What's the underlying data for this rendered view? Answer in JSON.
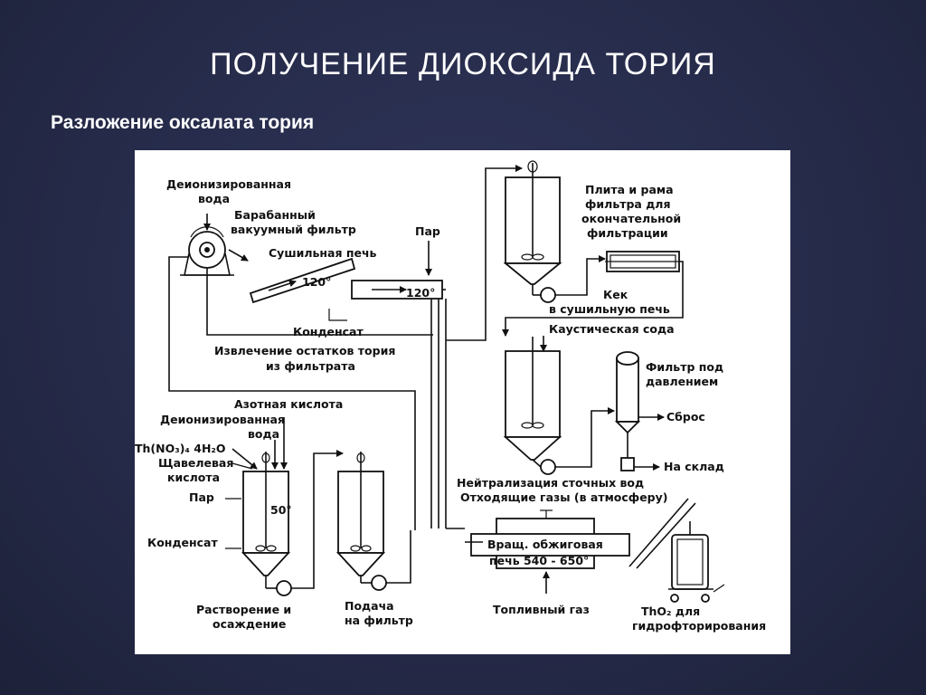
{
  "slide": {
    "title": "ПОЛУЧЕНИЕ ДИОКСИДА ТОРИЯ",
    "subtitle": "Разложение оксалата тория"
  },
  "diagram": {
    "labels": {
      "deionized_water_top_1": "Деионизированная",
      "deionized_water_top_2": "вода",
      "drum_filter_1": "Барабанный",
      "drum_filter_2": "вакуумный фильтр",
      "steam_top": "Пар",
      "dryer": "Сушильная печь",
      "temp_1": "120°",
      "temp_2": "120°",
      "condensate_top": "Конденсат",
      "recovery_1": "Извлечение остатков тория",
      "recovery_2": "из фильтрата",
      "plate_frame_1": "Плита и рама",
      "plate_frame_2": "фильтра для",
      "plate_frame_3": "окончательной",
      "plate_frame_4": "фильтрации",
      "cake_1": "Кек",
      "cake_2": "в сушильную печь",
      "caustic_soda": "Каустическая сода",
      "pressure_filter_1": "Фильтр под",
      "pressure_filter_2": "давлением",
      "discharge": "Сброс",
      "to_storage": "На склад",
      "nitric_acid": "Азотная кислота",
      "deionized_water_mid_1": "Деионизированная",
      "deionized_water_mid_2": "вода",
      "thorium_nitrate": "Th(NO₃)₄ 4H₂O",
      "oxalic_1": "Щавелевая",
      "oxalic_2": "кислота",
      "steam_left": "Пар",
      "condensate_left": "Конденсат",
      "temp_tank": "50°",
      "neutralization": "Нейтрализация сточных вод",
      "offgas": "Отходящие газы (в атмосферу)",
      "kiln_1": "Вращ. обжиговая",
      "kiln_2": "печь 540 - 650°",
      "dissolution_1": "Растворение и",
      "dissolution_2": "осаждение",
      "feed_1": "Подача",
      "feed_2": "на фильтр",
      "fuel_gas": "Топливный газ",
      "tho2_1": "ThO₂  для",
      "tho2_2": "гидрофторирования"
    }
  }
}
